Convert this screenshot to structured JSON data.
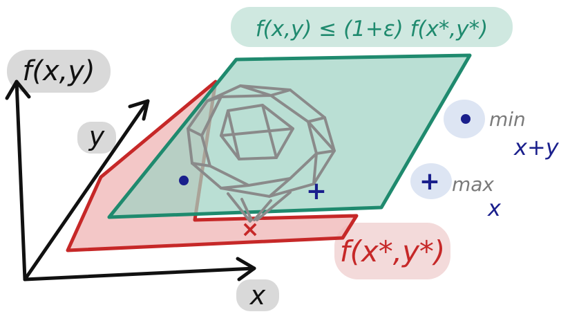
{
  "labels": {
    "f_axis": "f(x,y)",
    "y_axis": "y",
    "x_axis": "x",
    "upper_bound": "f(x,y) ≤ (1+ε) f(x*,y*)",
    "optimum": "f(x*,y*)"
  },
  "legend": {
    "min_label": "min",
    "min_vars": "x+y",
    "max_label": "max",
    "max_vars": "x"
  },
  "markers": {
    "min_symbol": "•",
    "max_symbol": "+",
    "optimum_symbol": "×"
  },
  "colors": {
    "axis": "#111111",
    "green_plane": "#1f8a6e",
    "green_fill": "#9fd3c3",
    "red_plane": "#c62828",
    "red_fill": "#f0b9b9",
    "polytope": "#8a8a8a",
    "marker_blue": "#1a1f8c",
    "label_bubble_gray": "#d9d9d9",
    "legend_bubble": "#dde5f3"
  }
}
